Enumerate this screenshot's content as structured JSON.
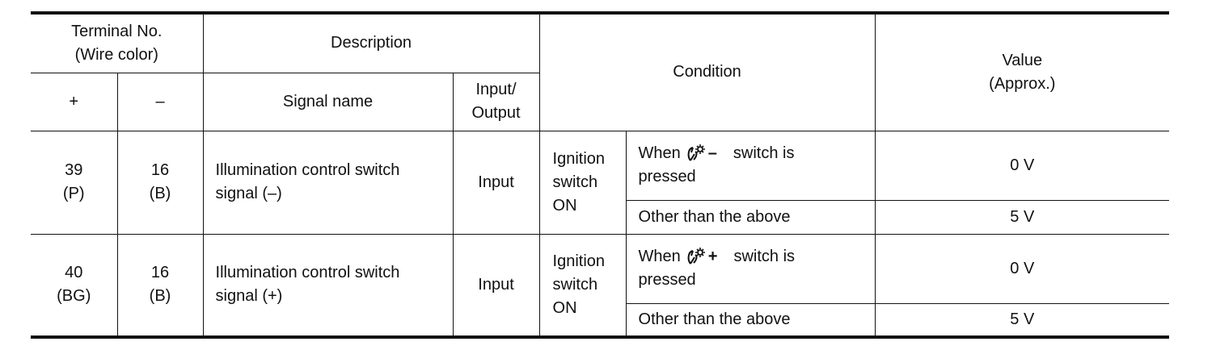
{
  "header": {
    "terminal_no": "Terminal No.",
    "wire_color": "(Wire color)",
    "description": "Description",
    "plus": "+",
    "minus": "–",
    "signal_name": "Signal name",
    "io_line1": "Input/",
    "io_line2": "Output",
    "condition": "Condition",
    "value": "Value",
    "approx": "(Approx.)"
  },
  "rows": [
    {
      "plus_terminal": "39",
      "plus_color": "(P)",
      "minus_terminal": "16",
      "minus_color": "(B)",
      "signal_line1": "Illumination control switch",
      "signal_line2": "signal (–)",
      "io": "Input",
      "cond_main_1": "Ignition",
      "cond_main_2": "switch",
      "cond_main_3": "ON",
      "sub1_when": "When",
      "sub1_symbol": "illumination-dial-icon",
      "sub1_sign": "–",
      "sub1_rest": "switch is",
      "sub1_line2": "pressed",
      "value1": "0 V",
      "sub2": "Other than the above",
      "value2": "5 V"
    },
    {
      "plus_terminal": "40",
      "plus_color": "(BG)",
      "minus_terminal": "16",
      "minus_color": "(B)",
      "signal_line1": "Illumination control switch",
      "signal_line2": "signal (+)",
      "io": "Input",
      "cond_main_1": "Ignition",
      "cond_main_2": "switch",
      "cond_main_3": "ON",
      "sub1_when": "When",
      "sub1_symbol": "illumination-dial-icon",
      "sub1_sign": "+",
      "sub1_rest": "switch is",
      "sub1_line2": "pressed",
      "value1": "0 V",
      "sub2": "Other than the above",
      "value2": "5 V"
    }
  ]
}
